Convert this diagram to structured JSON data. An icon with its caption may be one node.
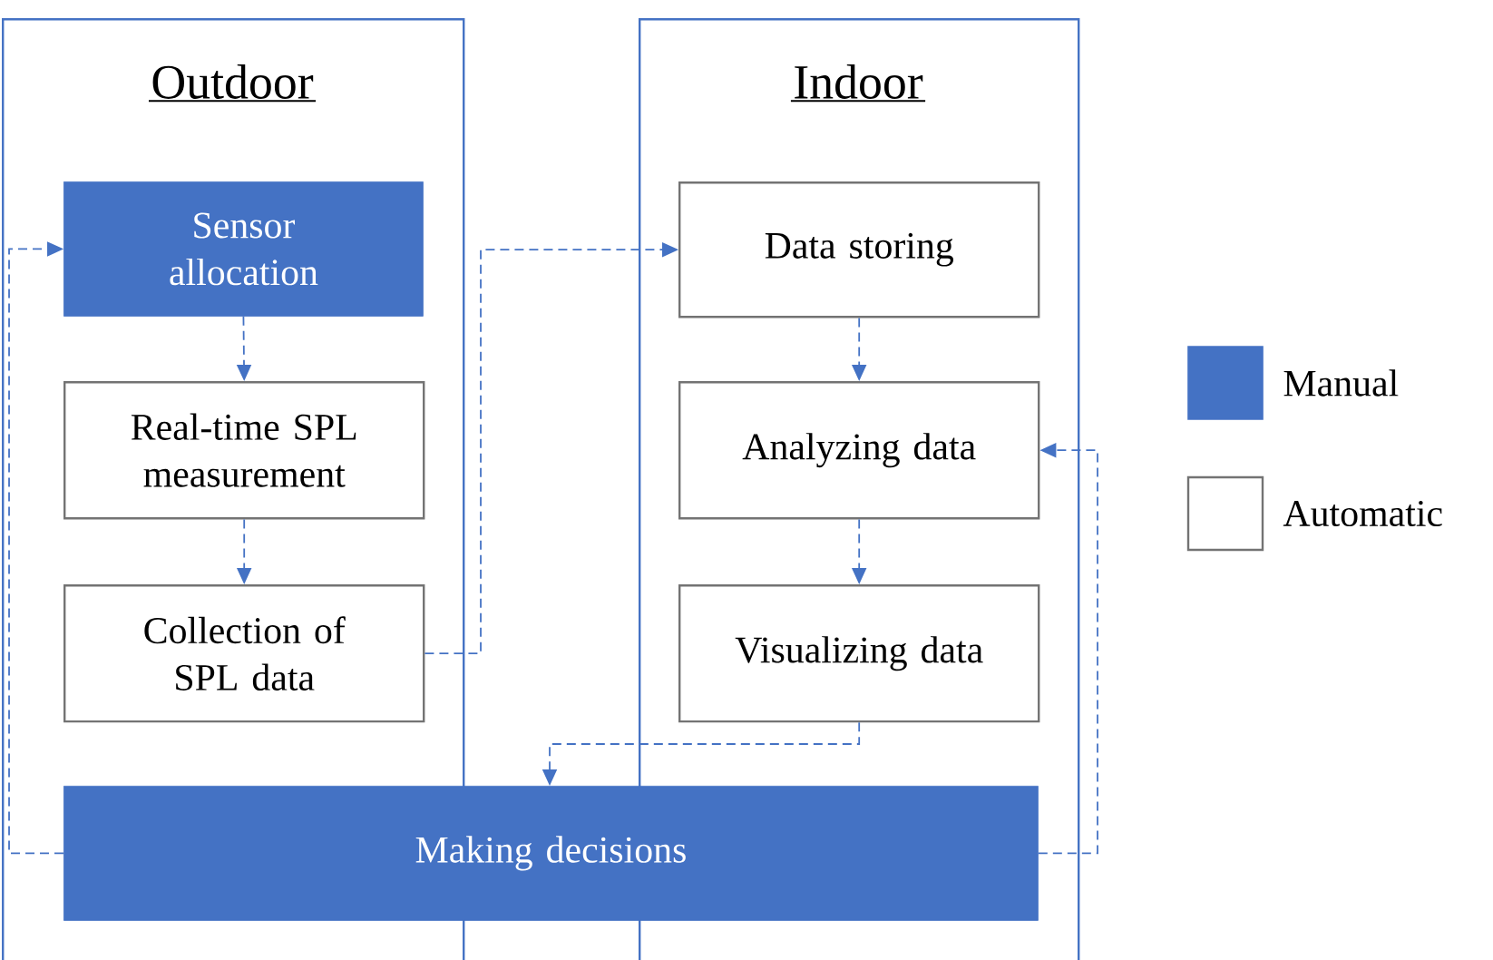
{
  "diagram": {
    "nodes": [
      {
        "text": [
          "Outdoor"
        ]
      },
      {
        "text": [
          "Indoor"
        ]
      },
      {
        "text": [
          "Sensor allocation"
        ],
        "in": 0
      },
      {
        "text": [
          "Real-time SPL measurement"
        ],
        "in": 0
      },
      {
        "text": [
          "Collection of SPL data"
        ],
        "in": 0
      },
      {
        "text": [
          "Data storing"
        ],
        "in": 1
      },
      {
        "text": [
          "Analyzing data"
        ],
        "in": 1
      },
      {
        "text": [
          "Visualizing data"
        ],
        "in": 1
      },
      {
        "text": [
          "Making decisions"
        ]
      }
    ],
    "edges": [
      {
        "from": 2,
        "to": 3,
        "arrow": "to",
        "style": "dashed"
      },
      {
        "from": 3,
        "to": 4,
        "arrow": "to",
        "style": "dashed"
      },
      {
        "from": 4,
        "to": 5,
        "arrow": "to",
        "style": "dashed"
      },
      {
        "from": 5,
        "to": 6,
        "arrow": "to",
        "style": "dashed"
      },
      {
        "from": 6,
        "to": 7,
        "arrow": "to",
        "style": "dashed"
      },
      {
        "from": 7,
        "to": 8,
        "arrow": "to",
        "style": "dashed"
      },
      {
        "from": 8,
        "to": 2,
        "arrow": "to",
        "style": "dashed"
      },
      {
        "from": 8,
        "to": 6,
        "arrow": "to",
        "style": "dashed"
      }
    ],
    "legend": [
      {
        "text": "Manual",
        "color": "#4472c4"
      },
      {
        "text": "Automatic"
      }
    ]
  }
}
